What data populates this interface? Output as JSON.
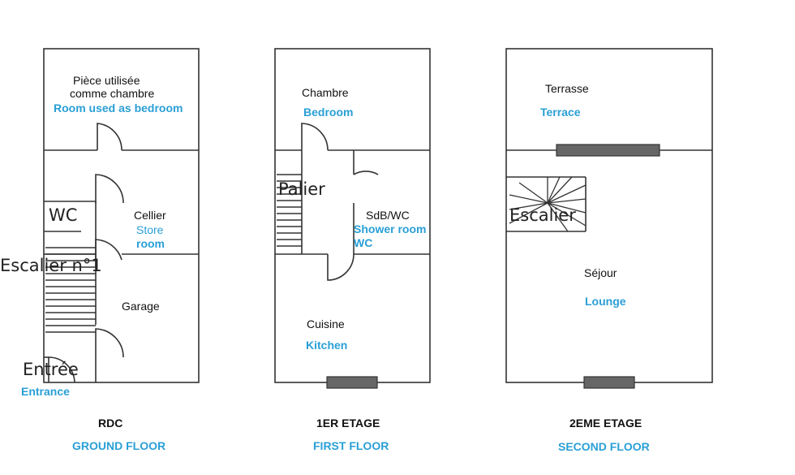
{
  "ground_floor": {
    "room_fr": "Pièce utilisée",
    "room_fr2": "comme chambre",
    "room_en": "Room used as bedroom",
    "wc": "WC",
    "cellier": "Cellier",
    "store_1": "Store",
    "store_2": "room",
    "escalier": "Escalier n°1",
    "garage": "Garage",
    "entree": "Entrée",
    "entrance": "Entrance",
    "caption_fr": "RDC",
    "caption_en": "GROUND FLOOR"
  },
  "first_floor": {
    "chambre": "Chambre",
    "bedroom": "Bedroom",
    "palier": "Palier",
    "sdb": "SdB/WC",
    "shower_1": "Shower room",
    "shower_2": "WC",
    "cuisine": "Cuisine",
    "kitchen": "Kitchen",
    "caption_fr": "1ER ETAGE",
    "caption_en": "FIRST FLOOR"
  },
  "second_floor": {
    "terrasse": "Terrasse",
    "terrace": "Terrace",
    "escalier": "Escalier",
    "sejour": "Séjour",
    "lounge": "Lounge",
    "caption_fr": "2EME ETAGE",
    "caption_en": "SECOND FLOOR"
  }
}
